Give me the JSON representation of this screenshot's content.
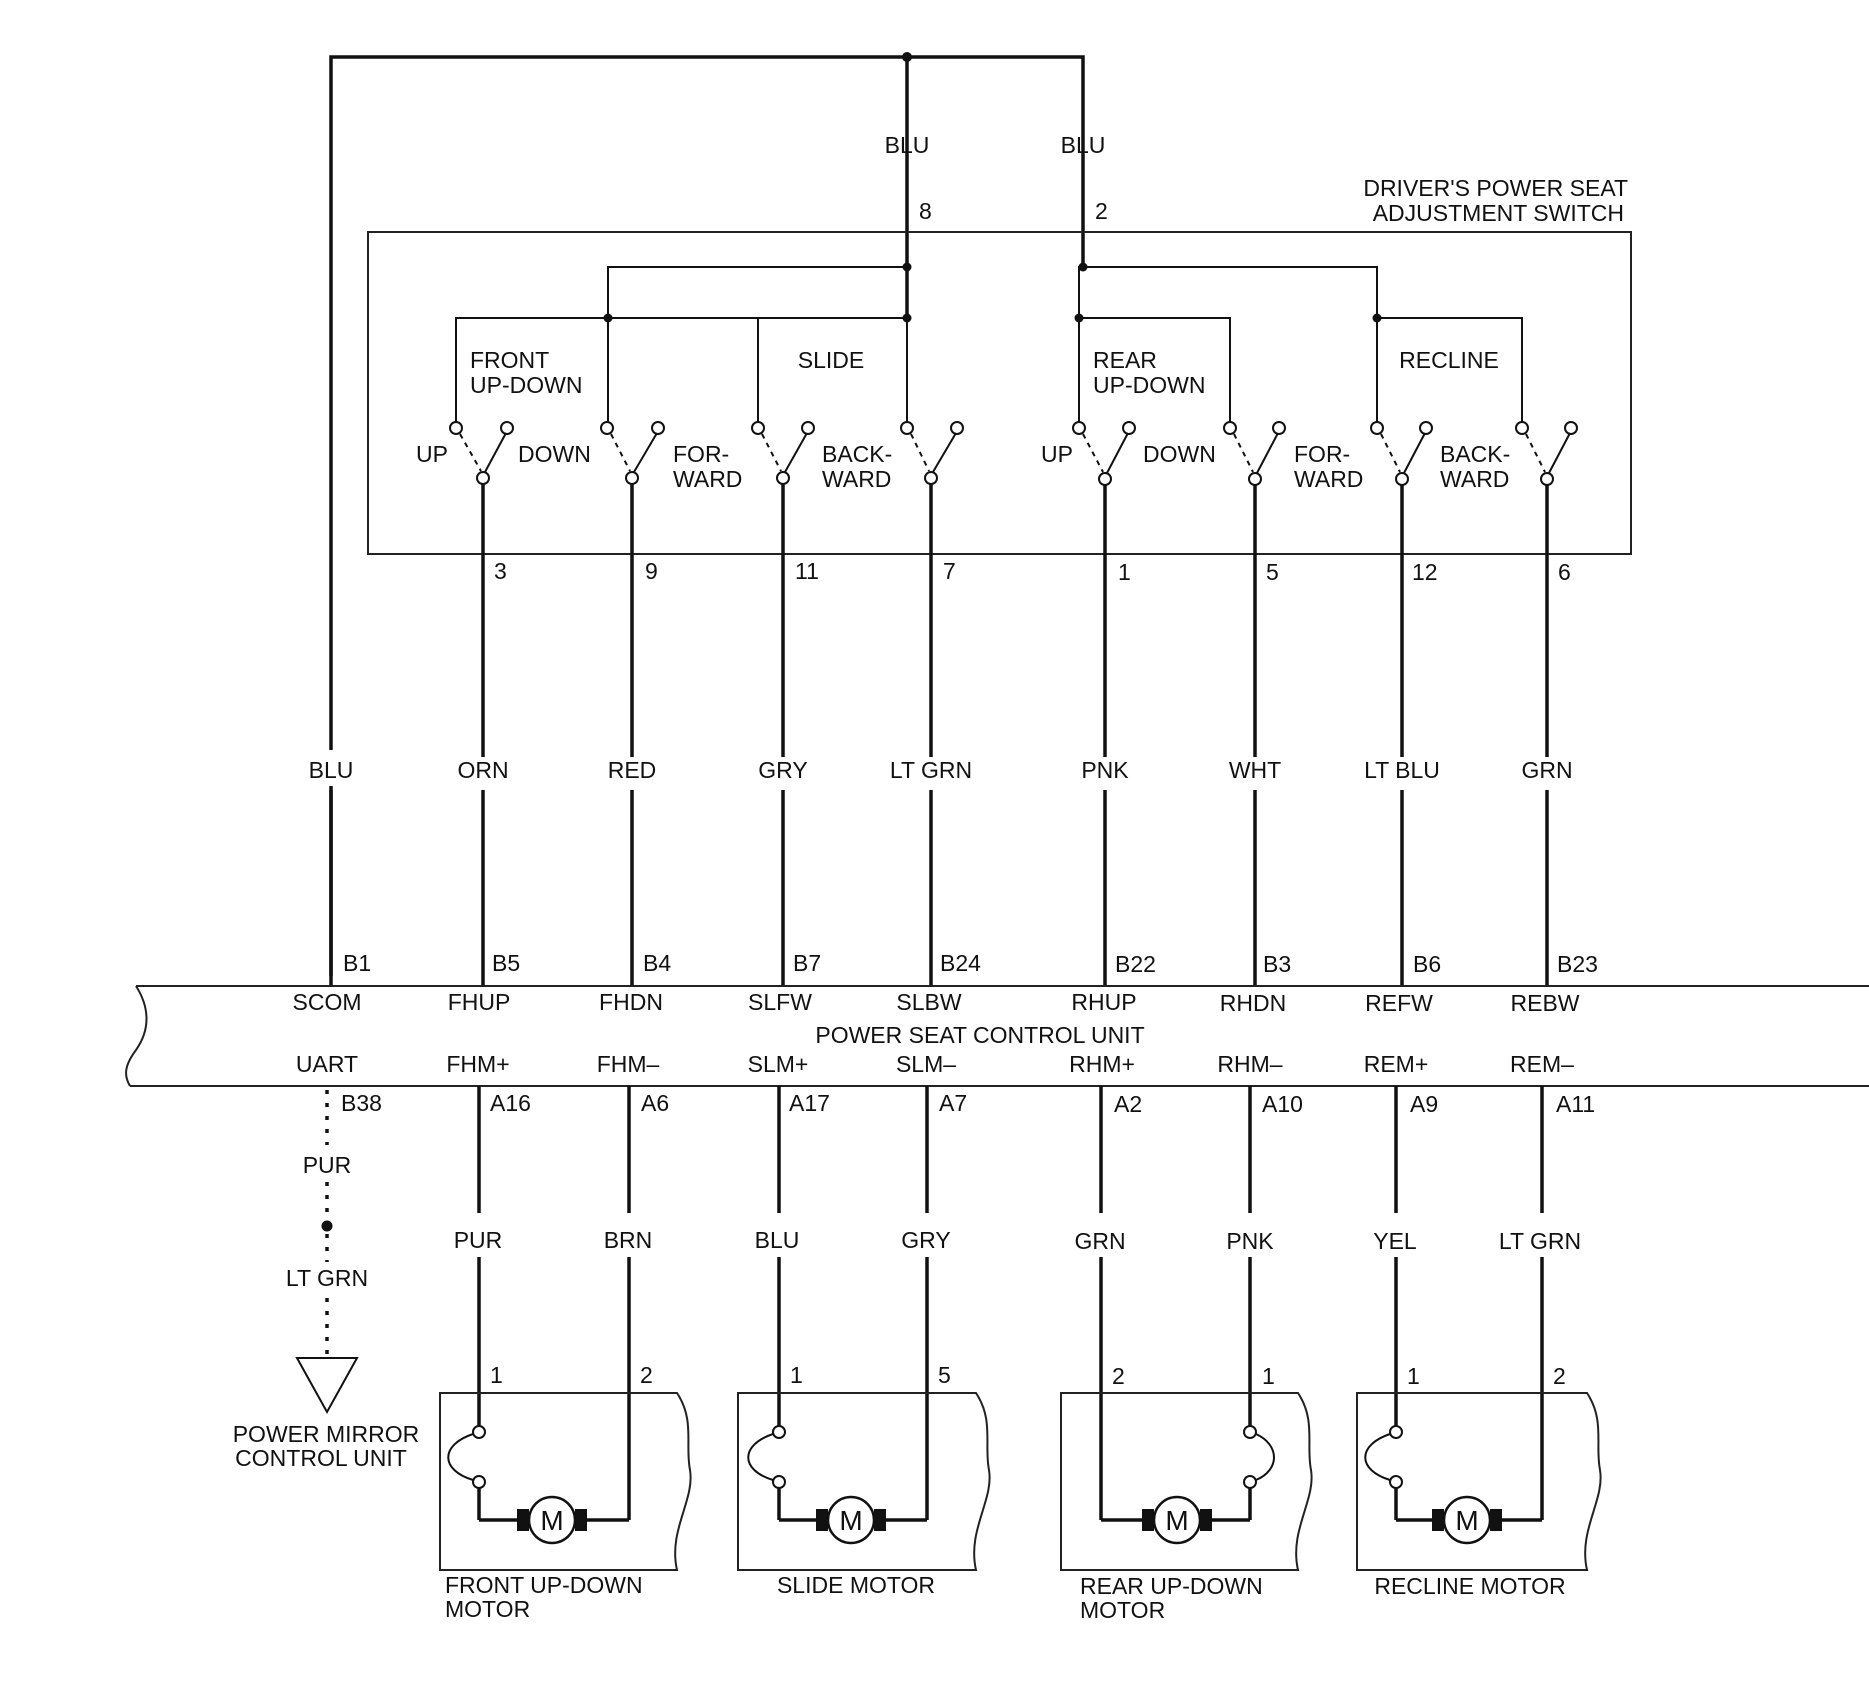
{
  "switch_unit": {
    "title_line1": "DRIVER'S POWER SEAT",
    "title_line2": "ADJUSTMENT SWITCH",
    "feed_wire_colors": [
      "BLU",
      "BLU"
    ],
    "feed_pins": [
      "8",
      "2"
    ],
    "groups": [
      {
        "name_line1": "FRONT",
        "name_line2": "UP-DOWN"
      },
      {
        "name_line1": "SLIDE",
        "name_line2": ""
      },
      {
        "name_line1": "REAR",
        "name_line2": "UP-DOWN"
      },
      {
        "name_line1": "RECLINE",
        "name_line2": ""
      }
    ],
    "contacts": [
      {
        "line1": "UP",
        "line2": ""
      },
      {
        "line1": "DOWN",
        "line2": ""
      },
      {
        "line1": "FOR-",
        "line2": "WARD"
      },
      {
        "line1": "BACK-",
        "line2": "WARD"
      },
      {
        "line1": "UP",
        "line2": ""
      },
      {
        "line1": "DOWN",
        "line2": ""
      },
      {
        "line1": "FOR-",
        "line2": "WARD"
      },
      {
        "line1": "BACK-",
        "line2": "WARD"
      }
    ],
    "output_pins": [
      "3",
      "9",
      "11",
      "7",
      "1",
      "5",
      "12",
      "6"
    ]
  },
  "upper_wires": {
    "colors": [
      "BLU",
      "ORN",
      "RED",
      "GRY",
      "LT GRN",
      "PNK",
      "WHT",
      "LT BLU",
      "GRN"
    ]
  },
  "control_unit": {
    "name": "POWER SEAT CONTROL UNIT",
    "top_connectors": [
      {
        "pin": "B1",
        "signal": "SCOM"
      },
      {
        "pin": "B5",
        "signal": "FHUP"
      },
      {
        "pin": "B4",
        "signal": "FHDN"
      },
      {
        "pin": "B7",
        "signal": "SLFW"
      },
      {
        "pin": "B24",
        "signal": "SLBW"
      },
      {
        "pin": "B22",
        "signal": "RHUP"
      },
      {
        "pin": "B3",
        "signal": "RHDN"
      },
      {
        "pin": "B6",
        "signal": "REFW"
      },
      {
        "pin": "B23",
        "signal": "REBW"
      }
    ],
    "bottom_connectors": [
      {
        "pin": "B38",
        "signal": "UART"
      },
      {
        "pin": "A16",
        "signal": "FHM+"
      },
      {
        "pin": "A6",
        "signal": "FHM–"
      },
      {
        "pin": "A17",
        "signal": "SLM+"
      },
      {
        "pin": "A7",
        "signal": "SLM–"
      },
      {
        "pin": "A2",
        "signal": "RHM+"
      },
      {
        "pin": "A10",
        "signal": "RHM–"
      },
      {
        "pin": "A9",
        "signal": "REM+"
      },
      {
        "pin": "A11",
        "signal": "REM–"
      }
    ]
  },
  "lower_wires": {
    "colors": [
      "PUR",
      "BRN",
      "BLU",
      "GRY",
      "GRN",
      "PNK",
      "YEL",
      "LT GRN"
    ]
  },
  "mirror_link": {
    "wire_color_1": "PUR",
    "wire_color_2": "LT GRN",
    "label_line1": "POWER MIRROR",
    "label_line2": "CONTROL UNIT"
  },
  "motors": [
    {
      "label_line1": "FRONT UP-DOWN",
      "label_line2": "MOTOR",
      "pins": [
        "1",
        "2"
      ],
      "symbol": "M"
    },
    {
      "label_line1": "SLIDE MOTOR",
      "label_line2": "",
      "pins": [
        "1",
        "5"
      ],
      "symbol": "M"
    },
    {
      "label_line1": "REAR UP-DOWN",
      "label_line2": "MOTOR",
      "pins": [
        "2",
        "1"
      ],
      "symbol": "M"
    },
    {
      "label_line1": "RECLINE MOTOR",
      "label_line2": "",
      "pins": [
        "1",
        "2"
      ],
      "symbol": "M"
    }
  ]
}
